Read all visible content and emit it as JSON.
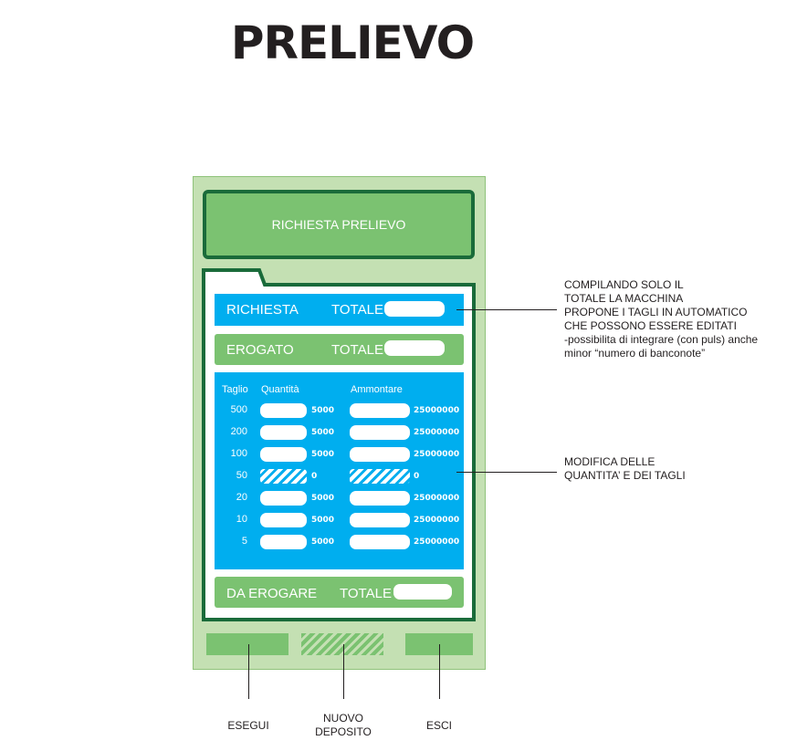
{
  "title": "PRELIEVO",
  "header": {
    "label": "RICHIESTA PRELIEVO"
  },
  "richiesta": {
    "label": "RICHIESTA",
    "totale_label": "TOTALE"
  },
  "erogato": {
    "label": "EROGATO",
    "totale_label": "TOTALE"
  },
  "table": {
    "col_taglio": "Taglio",
    "col_quantita": "Quantità",
    "col_ammontare": "Ammontare",
    "rows": [
      {
        "taglio": "500",
        "quantita": "5000",
        "ammontare": "25000000",
        "disabled": false
      },
      {
        "taglio": "200",
        "quantita": "5000",
        "ammontare": "25000000",
        "disabled": false
      },
      {
        "taglio": "100",
        "quantita": "5000",
        "ammontare": "25000000",
        "disabled": false
      },
      {
        "taglio": "50",
        "quantita": "0",
        "ammontare": "0",
        "disabled": true
      },
      {
        "taglio": "20",
        "quantita": "5000",
        "ammontare": "25000000",
        "disabled": false
      },
      {
        "taglio": "10",
        "quantita": "5000",
        "ammontare": "25000000",
        "disabled": false
      },
      {
        "taglio": "5",
        "quantita": "5000",
        "ammontare": "25000000",
        "disabled": false
      }
    ]
  },
  "da_erogare": {
    "label": "DA EROGARE",
    "totale_label": "TOTALE"
  },
  "annotations": {
    "note1": [
      "COMPILANDO SOLO IL",
      "TOTALE LA MACCHINA",
      "PROPONE I TAGLI IN AUTOMATICO",
      "CHE POSSONO ESSERE EDITATI",
      "-possibilita di integrare (con puls) anche",
      "minor “numero di banconote”"
    ],
    "note2": [
      "MODIFICA DELLE",
      "QUANTITA’ E DEI TAGLI"
    ]
  },
  "buttons": {
    "esegui": "ESEGUI",
    "nuovo_deposito": [
      "NUOVO",
      "DEPOSITO"
    ],
    "esci": "ESCI"
  },
  "colors": {
    "green": "#7bc271",
    "dark_green": "#1a6b3a",
    "light_green": "#c4e0b3",
    "blue": "#00aeef"
  }
}
